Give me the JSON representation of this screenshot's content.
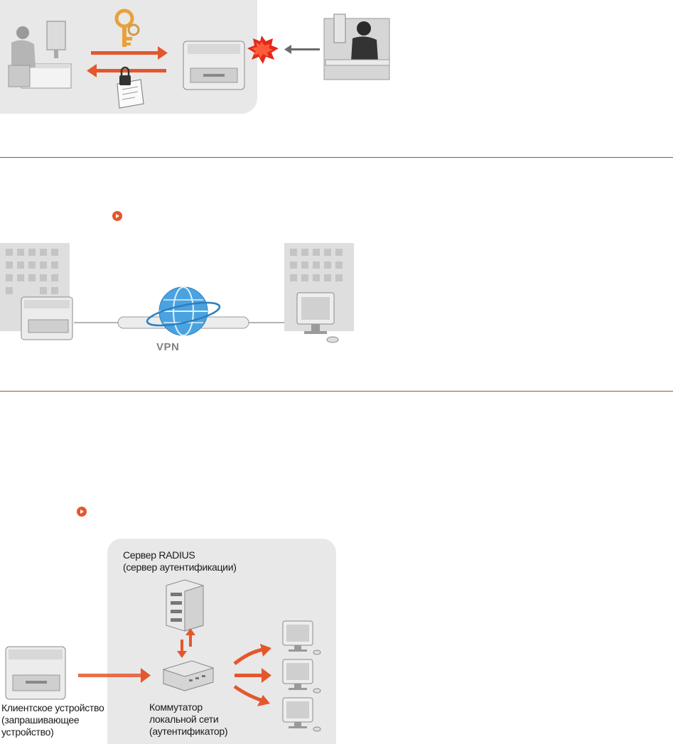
{
  "section_1_tls": {
    "panel_color": "#e8e8e8"
  },
  "section_2_vpn": {
    "vpn_label": "VPN"
  },
  "section_3_ieee8021x": {
    "server_label_line1": "Сервер RADIUS",
    "server_label_line2": "(сервер аутентификации)",
    "client_label_line1": "Клиентское устройство",
    "client_label_line2": "(запрашивающее",
    "client_label_line3": "устройство)",
    "switch_label_line1": "Коммутатор",
    "switch_label_line2": "локальной сети",
    "switch_label_line3": "(аутентификатор)"
  },
  "colors": {
    "accent_red": "#e4572e",
    "separator": "#b8442c",
    "panel_gray": "#e8e8e8",
    "globe_blue": "#4aa3e0"
  }
}
